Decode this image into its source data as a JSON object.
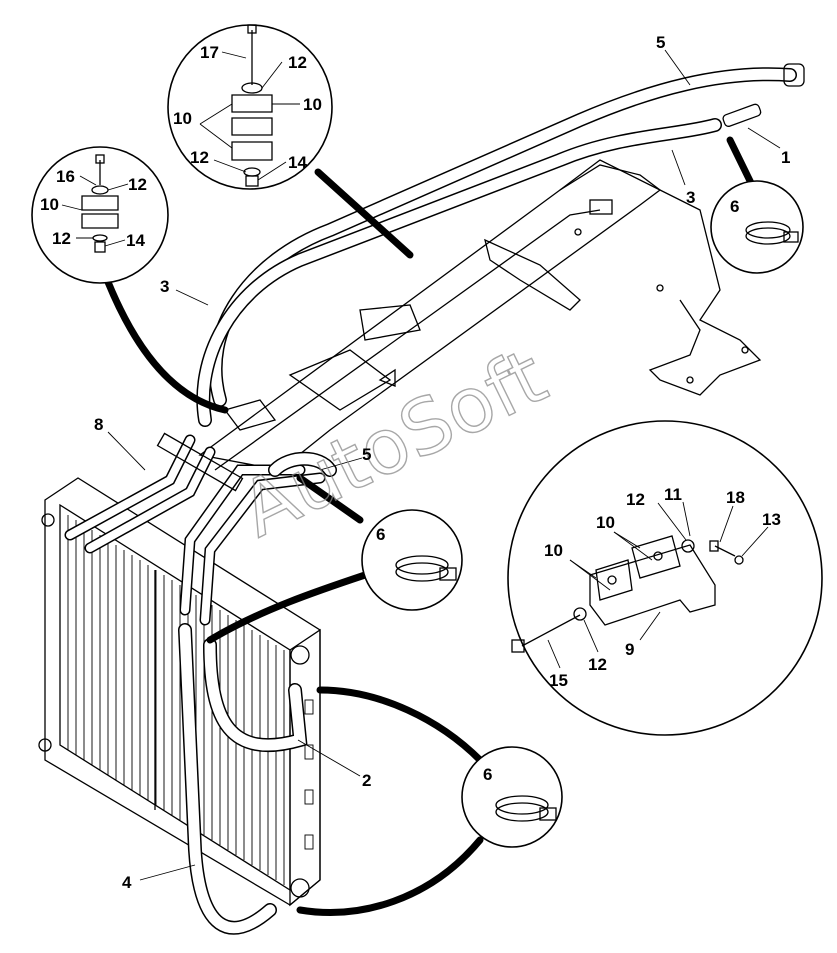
{
  "watermark": "AutoSoft",
  "callouts": {
    "c1": "1",
    "c2": "2",
    "c3a": "3",
    "c3b": "3",
    "c4": "4",
    "c5a": "5",
    "c5b": "5",
    "c6a": "6",
    "c6b": "6",
    "c6c": "6",
    "c8": "8",
    "d1_17": "17",
    "d1_12a": "12",
    "d1_10a": "10",
    "d1_10b": "10",
    "d1_12b": "12",
    "d1_14": "14",
    "d2_16": "16",
    "d2_12a": "12",
    "d2_10": "10",
    "d2_12b": "12",
    "d2_14": "14",
    "d3_12a": "12",
    "d3_11": "11",
    "d3_18": "18",
    "d3_13": "13",
    "d3_10a": "10",
    "d3_10b": "10",
    "d3_9": "9",
    "d3_15": "15",
    "d3_12b": "12"
  },
  "colors": {
    "line": "#000000",
    "background": "#ffffff",
    "watermark": "#8a8a8a"
  }
}
